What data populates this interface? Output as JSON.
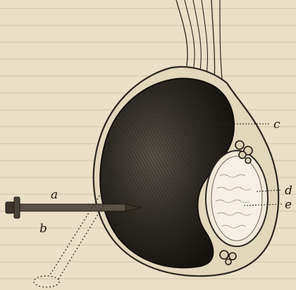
{
  "figure": {
    "labels": {
      "a": "a",
      "b": "b",
      "c": "c",
      "d": "d",
      "e": "e"
    },
    "colors": {
      "paper": "#eadfc7",
      "ink": "#1e1a14",
      "mass_dark": "#2a2620",
      "testis_light": "#f4efe2"
    }
  }
}
